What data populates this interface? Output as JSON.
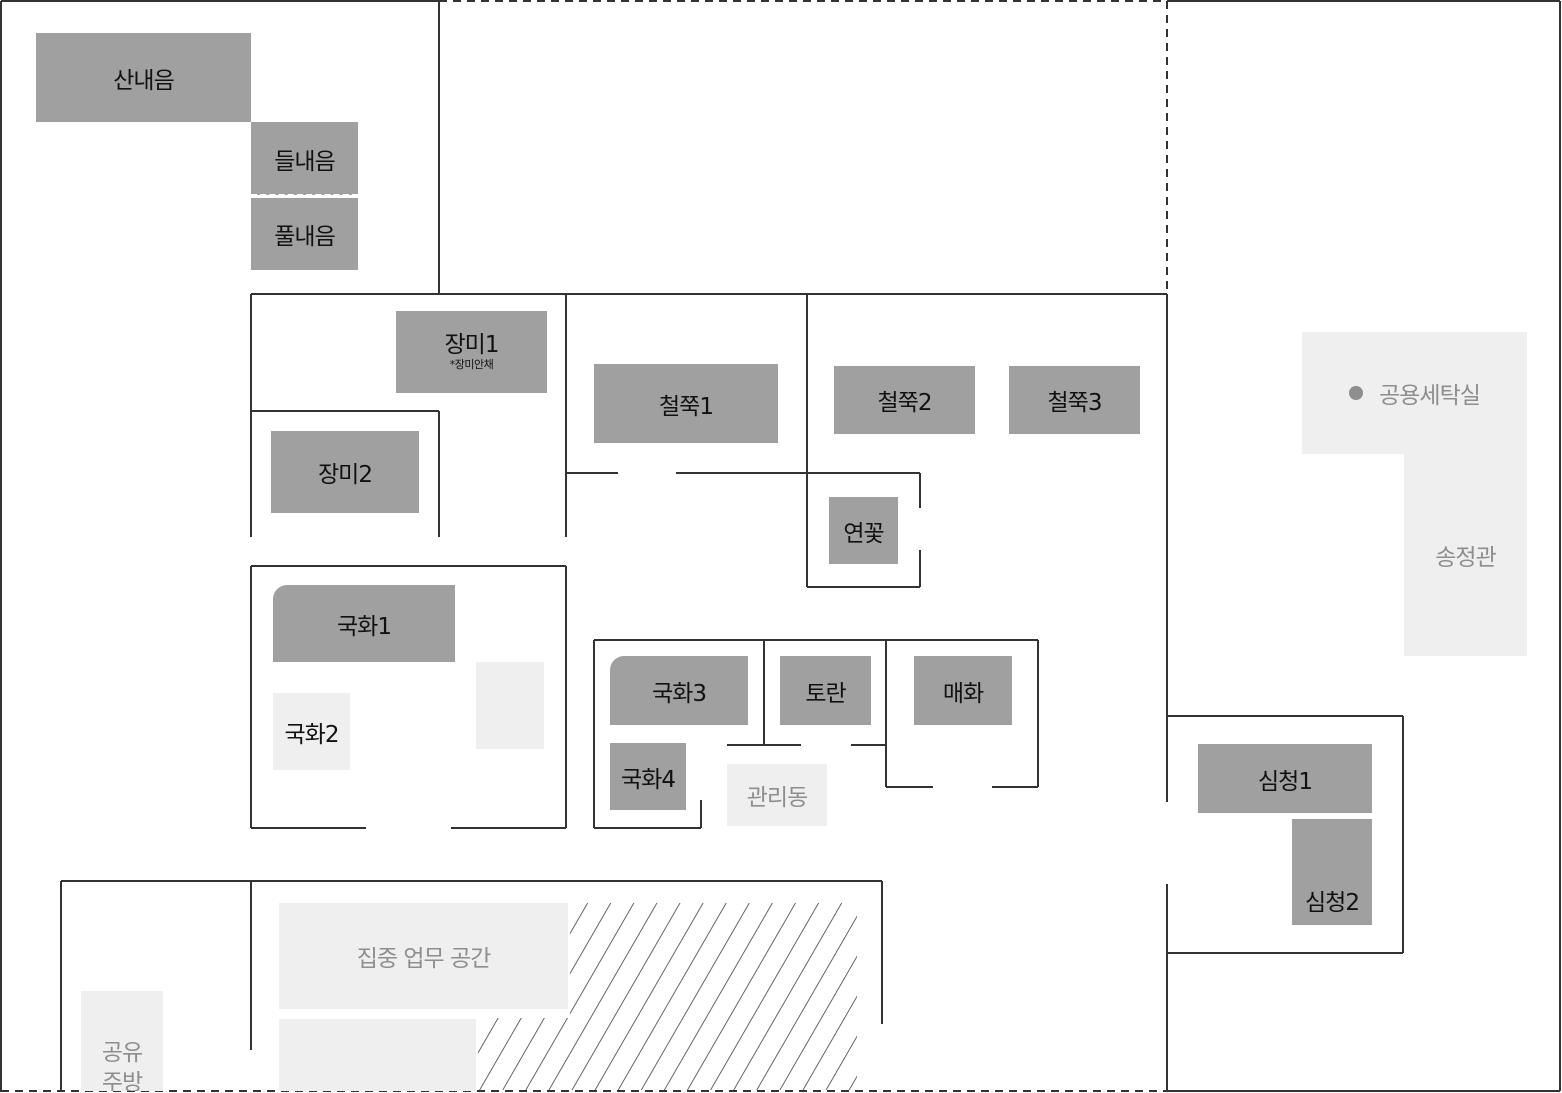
{
  "rooms": {
    "sannaeeum": "산내음",
    "deulnaeeum": "들내음",
    "pulnaeeum": "풀내음",
    "jangmi1": "장미1",
    "jangmi1_note": "*장미안채",
    "jangmi2": "장미2",
    "cheoljjuk1": "철쭉1",
    "cheoljjuk2": "철쭉2",
    "cheoljjuk3": "철쭉3",
    "yeonkkot": "연꽃",
    "gukhwa1": "국화1",
    "gukhwa2": "국화2",
    "gukhwa3": "국화3",
    "gukhwa4": "국화4",
    "toran": "토란",
    "maehwa": "매화",
    "simcheong1": "심청1",
    "simcheong2": "심청2"
  },
  "facilities": {
    "laundry": "공용세탁실",
    "songjeonggwan": "송정관",
    "management": "관리동",
    "focus_work": "집중 업무 공간",
    "shared_kitchen_line1": "공유",
    "shared_kitchen_line2": "주방"
  },
  "colors": {
    "room_fill": "#a0a0a0",
    "facility_fill": "#efefef",
    "facility_text": "#8e8e8e",
    "wall": "#333333"
  }
}
